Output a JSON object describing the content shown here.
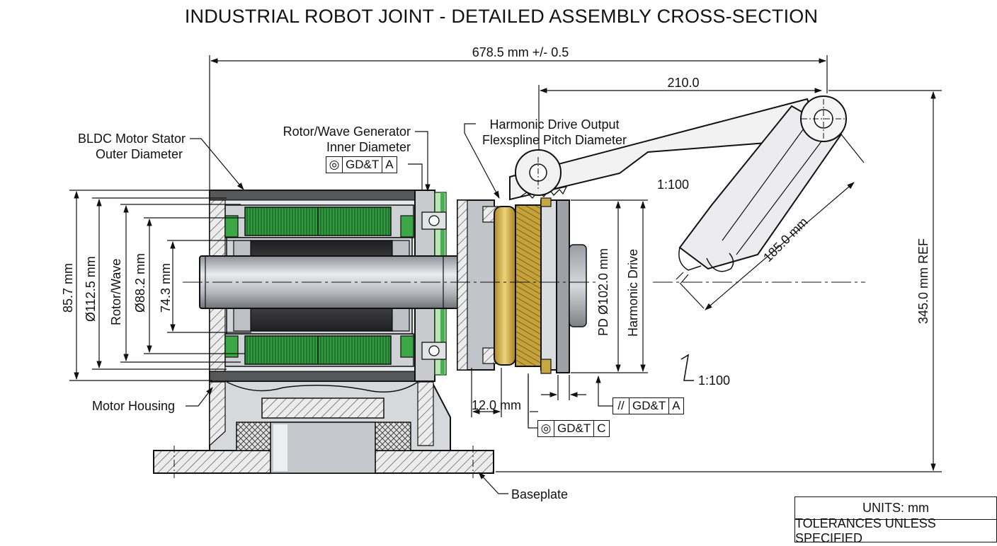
{
  "title": "INDUSTRIAL ROBOT JOINT - DETAILED ASSEMBLY CROSS-SECTION",
  "callouts": {
    "stator": [
      "BLDC Motor Stator",
      "Outer Diameter"
    ],
    "rotor": [
      "Rotor/Wave Generator",
      "Inner Diameter"
    ],
    "harmonic": [
      "Harmonic Drive Output",
      "Flexspline Pitch Diameter"
    ],
    "housing": "Motor Housing",
    "baseplate": "Baseplate"
  },
  "dimensions": {
    "overall_length": "678.5 mm +/- 0.5",
    "arm_offset": "210.0",
    "arm_length": "185.0 mm",
    "scale_top": "1:100",
    "scale_bottom": "1:100",
    "d_85": "85.7 mm",
    "d_112": "Ø112.5 mm",
    "rotor_wave": "Rotor/Wave",
    "d_88": "Ø88.2 mm",
    "d_74": "74.3 mm",
    "pd_102": "PD Ø102.0 mm",
    "harmonic_drive": "Harmonic Drive",
    "height_ref": "345.0 mm REF",
    "gap_12": "12.0 mm"
  },
  "gdt": {
    "rotor_frame": {
      "symbol": "concentricity",
      "glyph": "◎",
      "text": "GD&T",
      "datum": "A"
    },
    "parallel_frame": {
      "symbol": "parallelism",
      "glyph": "//",
      "text": "GD&T",
      "datum": "A"
    },
    "conc_frame": {
      "symbol": "concentricity",
      "glyph": "◎",
      "text": "GD&T",
      "datum": "C"
    }
  },
  "title_block": {
    "units": "UNITS: mm",
    "tolerances": "TOLERANCES UNLESS SPECIFIED"
  },
  "colors": {
    "winding_green": "#3aa845",
    "brass": "#c8a640",
    "steel": "#b9bdc2",
    "dark_rotor": "#3a3a3c",
    "hatch": "#555555"
  }
}
